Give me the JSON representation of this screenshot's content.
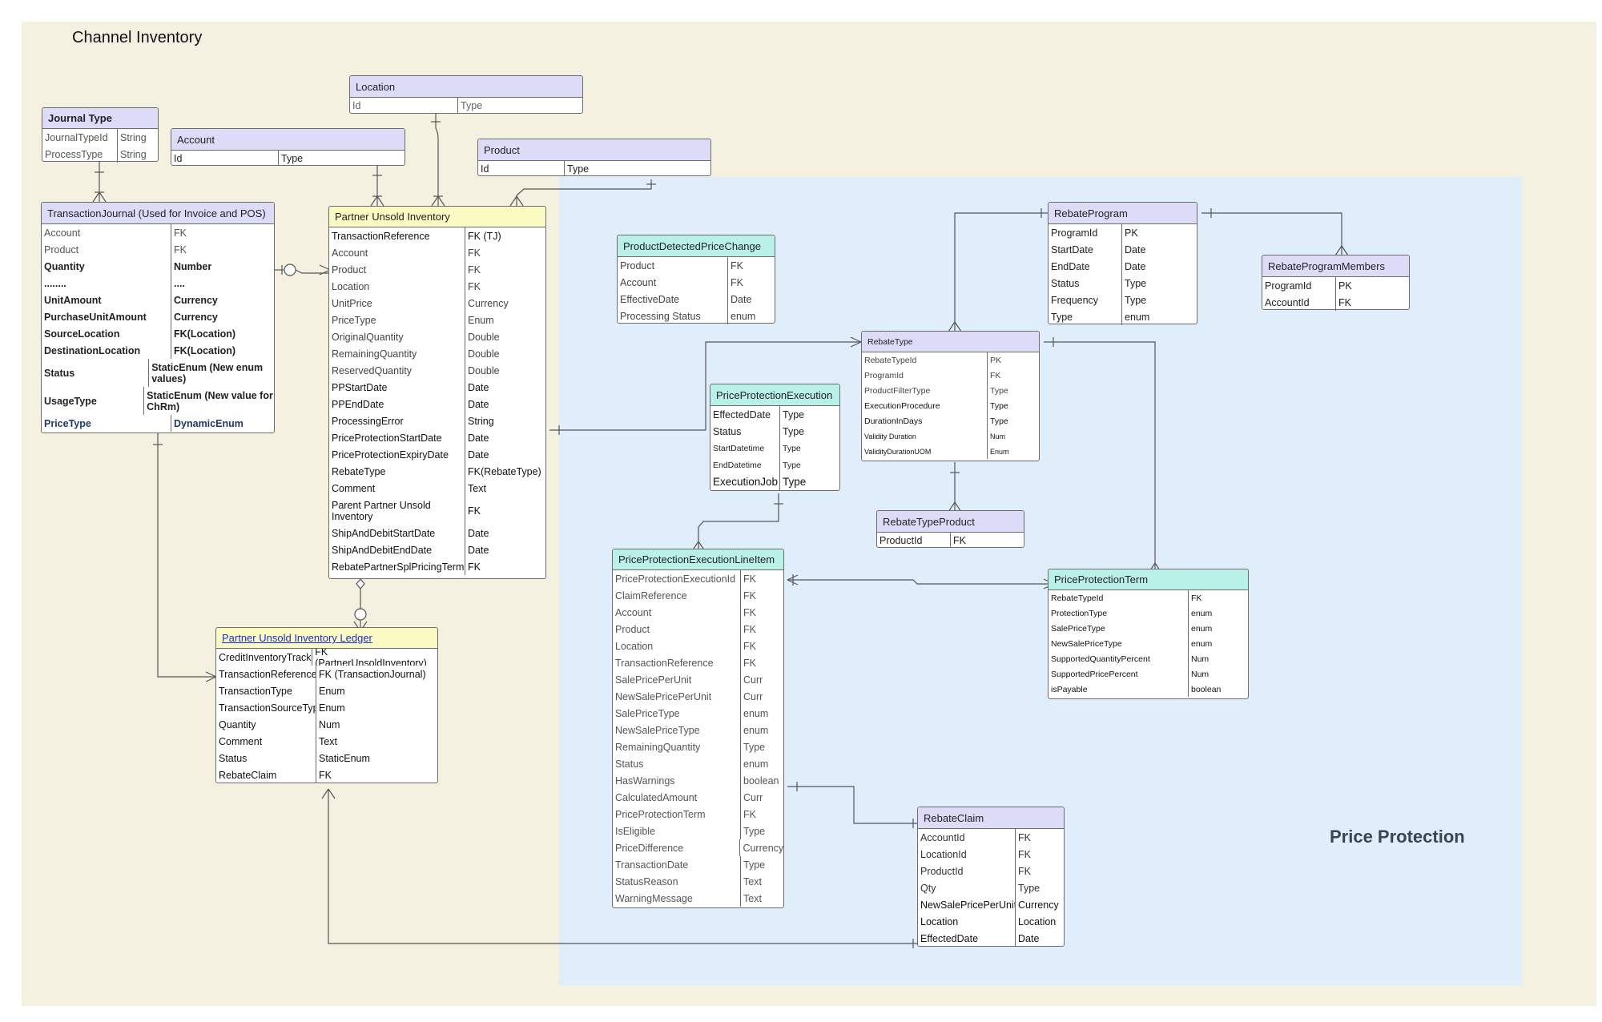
{
  "title": "Channel Inventory",
  "section_title": "Price Protection",
  "entities": {
    "location": {
      "name": "Location",
      "rows": [
        [
          "Id",
          "Type"
        ]
      ]
    },
    "journal_type": {
      "name": "Journal Type",
      "rows": [
        [
          "JournalTypeId",
          "String"
        ],
        [
          "ProcessType",
          "String"
        ]
      ]
    },
    "account": {
      "name": "Account",
      "rows": [
        [
          "Id",
          "Type"
        ]
      ]
    },
    "product": {
      "name": "Product",
      "rows": [
        [
          "Id",
          "Type"
        ]
      ]
    },
    "transaction_journal": {
      "name": "TransactionJournal (Used for Invoice and POS)",
      "rows": [
        [
          "Account",
          "FK"
        ],
        [
          "Product",
          "FK"
        ],
        [
          "Quantity",
          "Number"
        ],
        [
          "........",
          "...."
        ],
        [
          "UnitAmount",
          "Currency"
        ],
        [
          "PurchaseUnitAmount",
          "Currency"
        ],
        [
          "SourceLocation",
          "FK(Location)"
        ],
        [
          "DestinationLocation",
          "FK(Location)"
        ],
        [
          "Status",
          "StaticEnum (New enum values)"
        ],
        [
          "UsageType",
          "StaticEnum (New value for ChRm)"
        ],
        [
          "PriceType",
          "DynamicEnum"
        ]
      ]
    },
    "partner_unsold_inventory": {
      "name": "Partner Unsold Inventory",
      "rows": [
        [
          "TransactionReference",
          "FK (TJ)"
        ],
        [
          "Account",
          "FK"
        ],
        [
          "Product",
          "FK"
        ],
        [
          "Location",
          "FK"
        ],
        [
          "UnitPrice",
          "Currency"
        ],
        [
          "PriceType",
          "Enum"
        ],
        [
          "OriginalQuantity",
          "Double"
        ],
        [
          "RemainingQuantity",
          "Double"
        ],
        [
          "ReservedQuantity",
          "Double"
        ],
        [
          "PPStartDate",
          "Date"
        ],
        [
          "PPEndDate",
          "Date"
        ],
        [
          "ProcessingError",
          "String"
        ],
        [
          "PriceProtectionStartDate",
          "Date"
        ],
        [
          "PriceProtectionExpiryDate",
          "Date"
        ],
        [
          "RebateType",
          "FK(RebateType)"
        ],
        [
          "Comment",
          "Text"
        ],
        [
          "Parent Partner Unsold Inventory",
          "FK"
        ],
        [
          "ShipAndDebitStartDate",
          "Date"
        ],
        [
          "ShipAndDebitEndDate",
          "Date"
        ],
        [
          "RebatePartnerSplPricingTerm",
          "FK"
        ]
      ]
    },
    "ledger": {
      "name": "Partner Unsold Inventory Ledger",
      "rows": [
        [
          "CreditInventoryTracker",
          "FK (PartnerUnsoldInventory)"
        ],
        [
          "TransactionReference",
          "FK (TransactionJournal)"
        ],
        [
          "TransactionType",
          "Enum"
        ],
        [
          "TransactionSourceType",
          "Enum"
        ],
        [
          "Quantity",
          "Num"
        ],
        [
          "Comment",
          "Text"
        ],
        [
          "Status",
          "StaticEnum"
        ],
        [
          "RebateClaim",
          "FK"
        ]
      ]
    },
    "pdpc": {
      "name": "ProductDetectedPriceChange",
      "rows": [
        [
          "Product",
          "FK"
        ],
        [
          "Account",
          "FK"
        ],
        [
          "EffectiveDate",
          "Date"
        ],
        [
          "Processing Status",
          "enum"
        ]
      ]
    },
    "rebate_program": {
      "name": "RebateProgram",
      "rows": [
        [
          "ProgramId",
          "PK"
        ],
        [
          "StartDate",
          "Date"
        ],
        [
          "EndDate",
          "Date"
        ],
        [
          "Status",
          "Type"
        ],
        [
          "Frequency",
          "Type"
        ],
        [
          "Type",
          "enum"
        ]
      ]
    },
    "rebate_program_members": {
      "name": "RebateProgramMembers",
      "rows": [
        [
          "ProgramId",
          "PK"
        ],
        [
          "AccountId",
          "FK"
        ]
      ]
    },
    "rebate_type": {
      "name": "RebateType",
      "rows": [
        [
          "RebateTypeId",
          "PK"
        ],
        [
          "ProgramId",
          "FK"
        ],
        [
          "ProductFilterType",
          "Type"
        ],
        [
          "ExecutionProcedure",
          "Type"
        ],
        [
          "DurationInDays",
          "Type"
        ],
        [
          "Validity Duration",
          "Num"
        ],
        [
          "ValidityDurationUOM",
          "Enum"
        ]
      ]
    },
    "ppe": {
      "name": "PriceProtectionExecution",
      "rows": [
        [
          "EffectedDate",
          "Type"
        ],
        [
          "Status",
          "Type"
        ],
        [
          "StartDatetime",
          "Type"
        ],
        [
          "EndDatetime",
          "Type"
        ],
        [
          "ExecutionJob",
          "Type"
        ]
      ]
    },
    "rebate_type_product": {
      "name": "RebateTypeProduct",
      "rows": [
        [
          "ProductId",
          "FK"
        ]
      ]
    },
    "ppeli": {
      "name": "PriceProtectionExecutionLineItem",
      "rows": [
        [
          "PriceProtectionExecutionId",
          "FK"
        ],
        [
          "ClaimReference",
          "FK"
        ],
        [
          "Account",
          "FK"
        ],
        [
          "Product",
          "FK"
        ],
        [
          "Location",
          "FK"
        ],
        [
          "TransactionReference",
          "FK"
        ],
        [
          "SalePricePerUnit",
          "Curr"
        ],
        [
          "NewSalePricePerUnit",
          "Curr"
        ],
        [
          "SalePriceType",
          "enum"
        ],
        [
          "NewSalePriceType",
          "enum"
        ],
        [
          "RemainingQuantity",
          "Type"
        ],
        [
          "Status",
          "enum"
        ],
        [
          "HasWarnings",
          "boolean"
        ],
        [
          "CalculatedAmount",
          "Curr"
        ],
        [
          "PriceProtectionTerm",
          "FK"
        ],
        [
          "IsEligible",
          "Type"
        ],
        [
          "PriceDifference",
          "Currency"
        ],
        [
          "TransactionDate",
          "Type"
        ],
        [
          "StatusReason",
          "Text"
        ],
        [
          "WarningMessage",
          "Text"
        ]
      ]
    },
    "ppt": {
      "name": "PriceProtectionTerm",
      "rows": [
        [
          "RebateTypeId",
          "FK"
        ],
        [
          "ProtectionType",
          "enum"
        ],
        [
          "SalePriceType",
          "enum"
        ],
        [
          "NewSalePriceType",
          "enum"
        ],
        [
          "SupportedQuantityPercent",
          "Num"
        ],
        [
          "SupportedPricePercent",
          "Num"
        ],
        [
          "isPayable",
          "boolean"
        ]
      ]
    },
    "rebate_claim": {
      "name": "RebateClaim",
      "rows": [
        [
          "AccountId",
          "FK"
        ],
        [
          "LocationId",
          "FK"
        ],
        [
          "ProductId",
          "FK"
        ],
        [
          "Qty",
          "Type"
        ],
        [
          "NewSalePricePerUnit",
          "Currency"
        ],
        [
          "Location",
          "Location"
        ],
        [
          "EffectedDate",
          "Date"
        ]
      ]
    }
  }
}
